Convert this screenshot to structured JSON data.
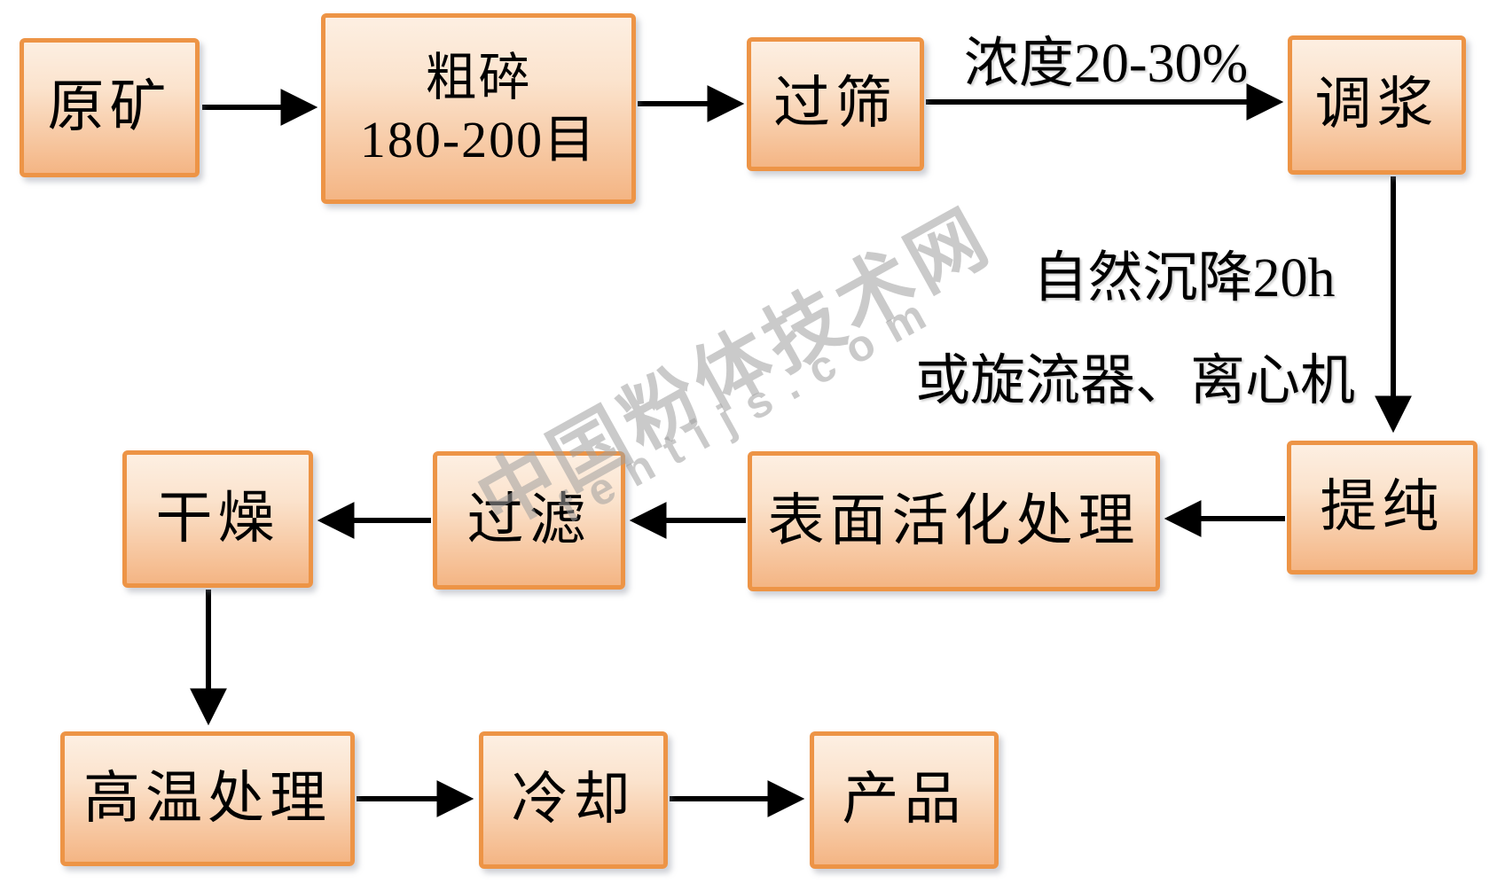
{
  "colors": {
    "box_border": "#ED9446",
    "box_fill_top": "#FDEFE2",
    "box_fill_bottom": "#F4B584",
    "arrow": "#000000",
    "text": "#000000",
    "watermark_gray": "#C8C8C8",
    "background": "#FFFFFF"
  },
  "nodes": {
    "yuankuang": {
      "label": "原矿"
    },
    "cusui": {
      "line1": "粗碎",
      "line2": "180-200目"
    },
    "guoshai": {
      "label": "过筛"
    },
    "tiaojiang": {
      "label": "调浆"
    },
    "tichun": {
      "label": "提纯"
    },
    "biaomian_huohua": {
      "label": "表面活化处理"
    },
    "guolv": {
      "label": "过滤"
    },
    "ganzao": {
      "label": "干燥"
    },
    "gaowen": {
      "label": "高温处理"
    },
    "lengque": {
      "label": "冷却"
    },
    "chanpin": {
      "label": "产品"
    }
  },
  "edge_labels": {
    "concentration": "浓度20-30%",
    "settling": "自然沉降20h",
    "or_equipment": "或旋流器、离心机"
  },
  "watermark": {
    "line1": "中国粉体技术网",
    "line2": "fentijs.com"
  }
}
